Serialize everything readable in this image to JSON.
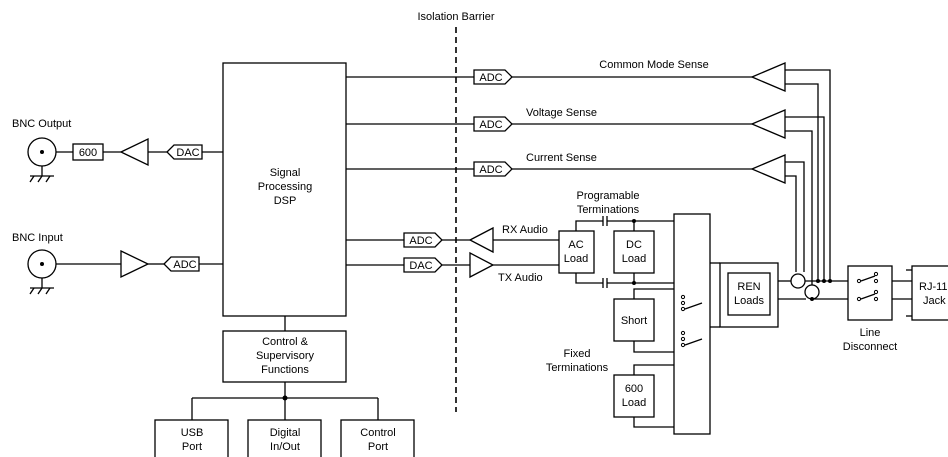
{
  "isolation_barrier": "Isolation Barrier",
  "bnc_output": "BNC Output",
  "bnc_input": "BNC Input",
  "output_load": "600",
  "dac": "DAC",
  "adc": "ADC",
  "dsp": [
    "Signal",
    "Processing",
    "DSP"
  ],
  "control": [
    "Control &",
    "Supervisory",
    "Functions"
  ],
  "usb_port": [
    "USB",
    "Port"
  ],
  "digital_io": [
    "Digital",
    "In/Out"
  ],
  "control_port": [
    "Control",
    "Port"
  ],
  "common_mode_sense": "Common Mode Sense",
  "voltage_sense": "Voltage Sense",
  "current_sense": "Current Sense",
  "rx_audio": "RX Audio",
  "tx_audio": "TX Audio",
  "programable_terminations": [
    "Programable",
    "Terminations"
  ],
  "fixed_terminations": [
    "Fixed",
    "Terminations"
  ],
  "ac_load": [
    "AC",
    "Load"
  ],
  "dc_load": [
    "DC",
    "Load"
  ],
  "short": "Short",
  "load_600": [
    "600",
    "Load"
  ],
  "ren_loads": [
    "REN",
    "Loads"
  ],
  "line_disconnect": [
    "Line",
    "Disconnect"
  ],
  "rj11_jack": [
    "RJ-11",
    "Jack"
  ]
}
